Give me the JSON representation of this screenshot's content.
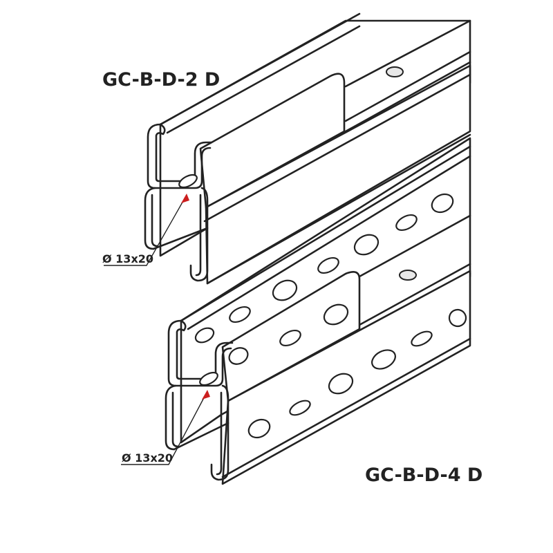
{
  "labels": {
    "top_model": "GC-B-D-2 D",
    "bottom_model": "GC-B-D-4 D",
    "top_hole_size": "Ø 13x20",
    "bottom_hole_size": "Ø 13x20"
  },
  "colors": {
    "line": "#222222",
    "background": "#ffffff",
    "arrow": "#cc1f1f"
  }
}
